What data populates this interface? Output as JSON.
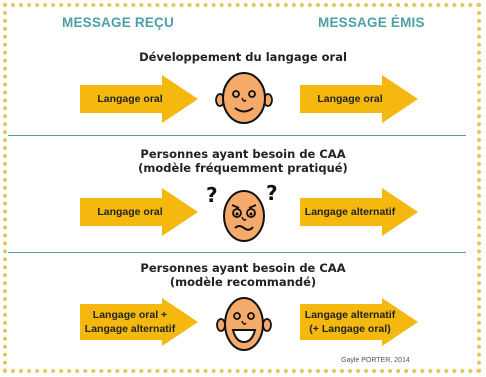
{
  "header": {
    "received": "MESSAGE REÇU",
    "emitted": "MESSAGE ÉMIS"
  },
  "sections": [
    {
      "title_lines": [
        "Développement du langage oral"
      ],
      "left_arrow": [
        "Langage oral"
      ],
      "right_arrow": [
        "Langage oral"
      ],
      "face": "smiling-face-icon"
    },
    {
      "title_lines": [
        "Personnes ayant besoin de CAA",
        "(modèle fréquemment pratiqué)"
      ],
      "left_arrow": [
        "Langage oral"
      ],
      "right_arrow": [
        "Langage alternatif"
      ],
      "face": "confused-face-icon"
    },
    {
      "title_lines": [
        "Personnes ayant besoin de CAA",
        "(modèle recommandé)"
      ],
      "left_arrow": [
        "Langage oral +",
        "Langage alternatif"
      ],
      "right_arrow": [
        "Langage alternatif",
        "(+ Langage oral)"
      ],
      "face": "laughing-face-icon"
    }
  ],
  "credit": "Gayle PORTER, 2014",
  "colors": {
    "arrow": "#f5b80f",
    "header": "#4aa0a6",
    "border": "#e9c35a",
    "skin": "#f5a96b"
  }
}
